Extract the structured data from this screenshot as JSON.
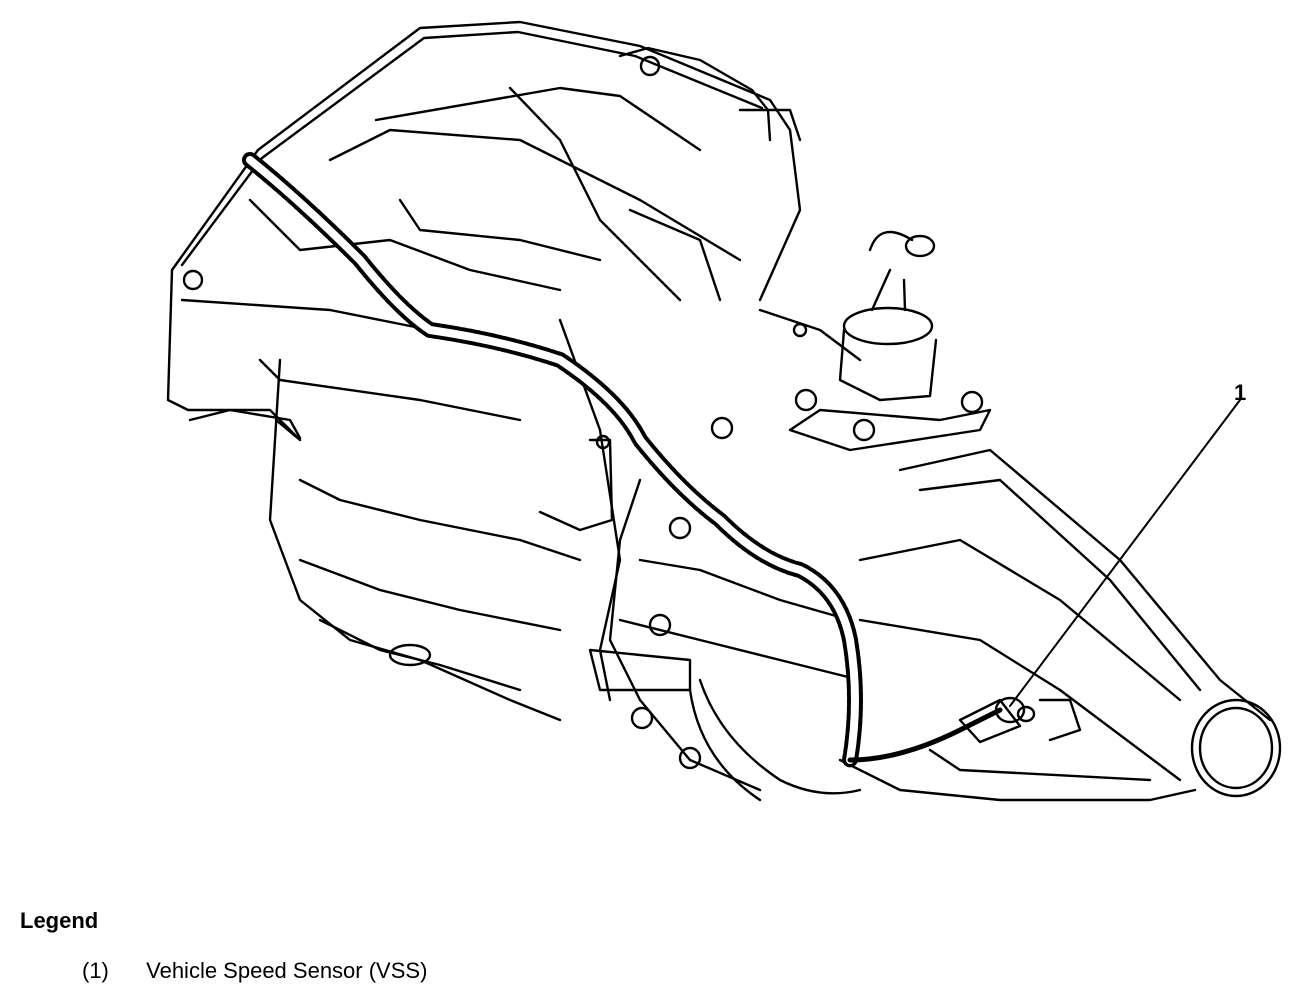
{
  "diagram": {
    "callouts": [
      {
        "number": "1"
      }
    ]
  },
  "legend": {
    "title": "Legend",
    "items": [
      {
        "number": "(1)",
        "label": "Vehicle Speed Sensor (VSS)"
      }
    ]
  }
}
